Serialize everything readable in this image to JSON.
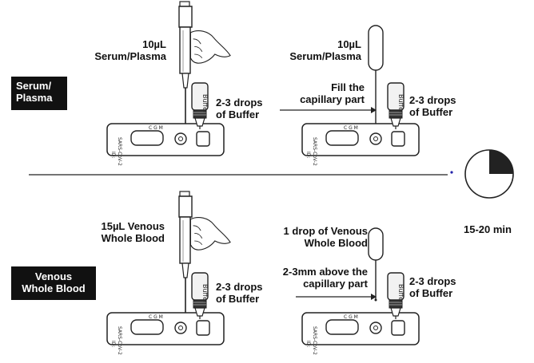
{
  "sections": {
    "serum": {
      "badge": "Serum/\nPlasma",
      "pipette_label": "10µL\nSerum/Plasma",
      "buffer_label_left": "2-3 drops\nof Buffer",
      "dropper_label": "10µL\nSerum/Plasma",
      "fill_label": "Fill the\ncapillary part",
      "buffer_label_right": "2-3 drops\nof Buffer"
    },
    "blood": {
      "badge": "Venous\nWhole Blood",
      "pipette_label": "15µL Venous\nWhole Blood",
      "buffer_label_left": "2-3 drops\nof Buffer",
      "dropper_label": "1 drop of Venous\nWhole Blood",
      "fill_label": "2-3mm above the\ncapillary part",
      "buffer_label_right": "2-3 drops\nof Buffer"
    }
  },
  "timer": {
    "label": "15-20 min",
    "elapsed_fraction": 0.25
  },
  "device": {
    "brand": "SARS-CoV-2",
    "markings": "C G M",
    "buffer_text": "Buffer",
    "id_text": "ID:"
  }
}
